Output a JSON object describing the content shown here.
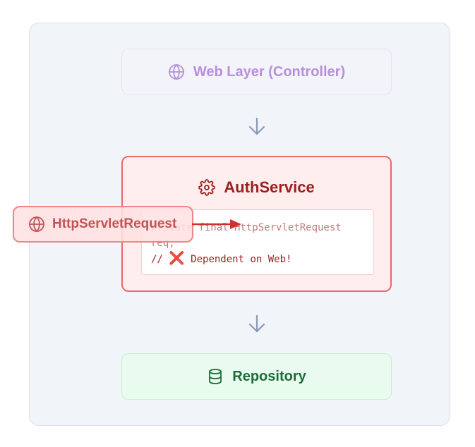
{
  "web_layer": {
    "label": "Web Layer (Controller)",
    "icon": "globe-icon"
  },
  "auth_service": {
    "title": "AuthService",
    "icon": "gear-icon",
    "code_line1": "private final HttpServletRequest",
    "code_line2": "req;",
    "code_line3_prefix": "//",
    "code_line3_mark": "❌",
    "code_line3_text": "Dependent on Web!"
  },
  "repository": {
    "label": "Repository",
    "icon": "database-icon"
  },
  "servlet_request": {
    "label": "HttpServletRequest",
    "icon": "globe-icon"
  },
  "colors": {
    "web": "#b48ad9",
    "auth_border": "#e86a6a",
    "auth_text": "#9b1f1f",
    "repo": "#1d6b3a",
    "servlet": "#c15454",
    "arrow": "#8a9ab4",
    "dependency_arrow": "#d32f2f"
  }
}
